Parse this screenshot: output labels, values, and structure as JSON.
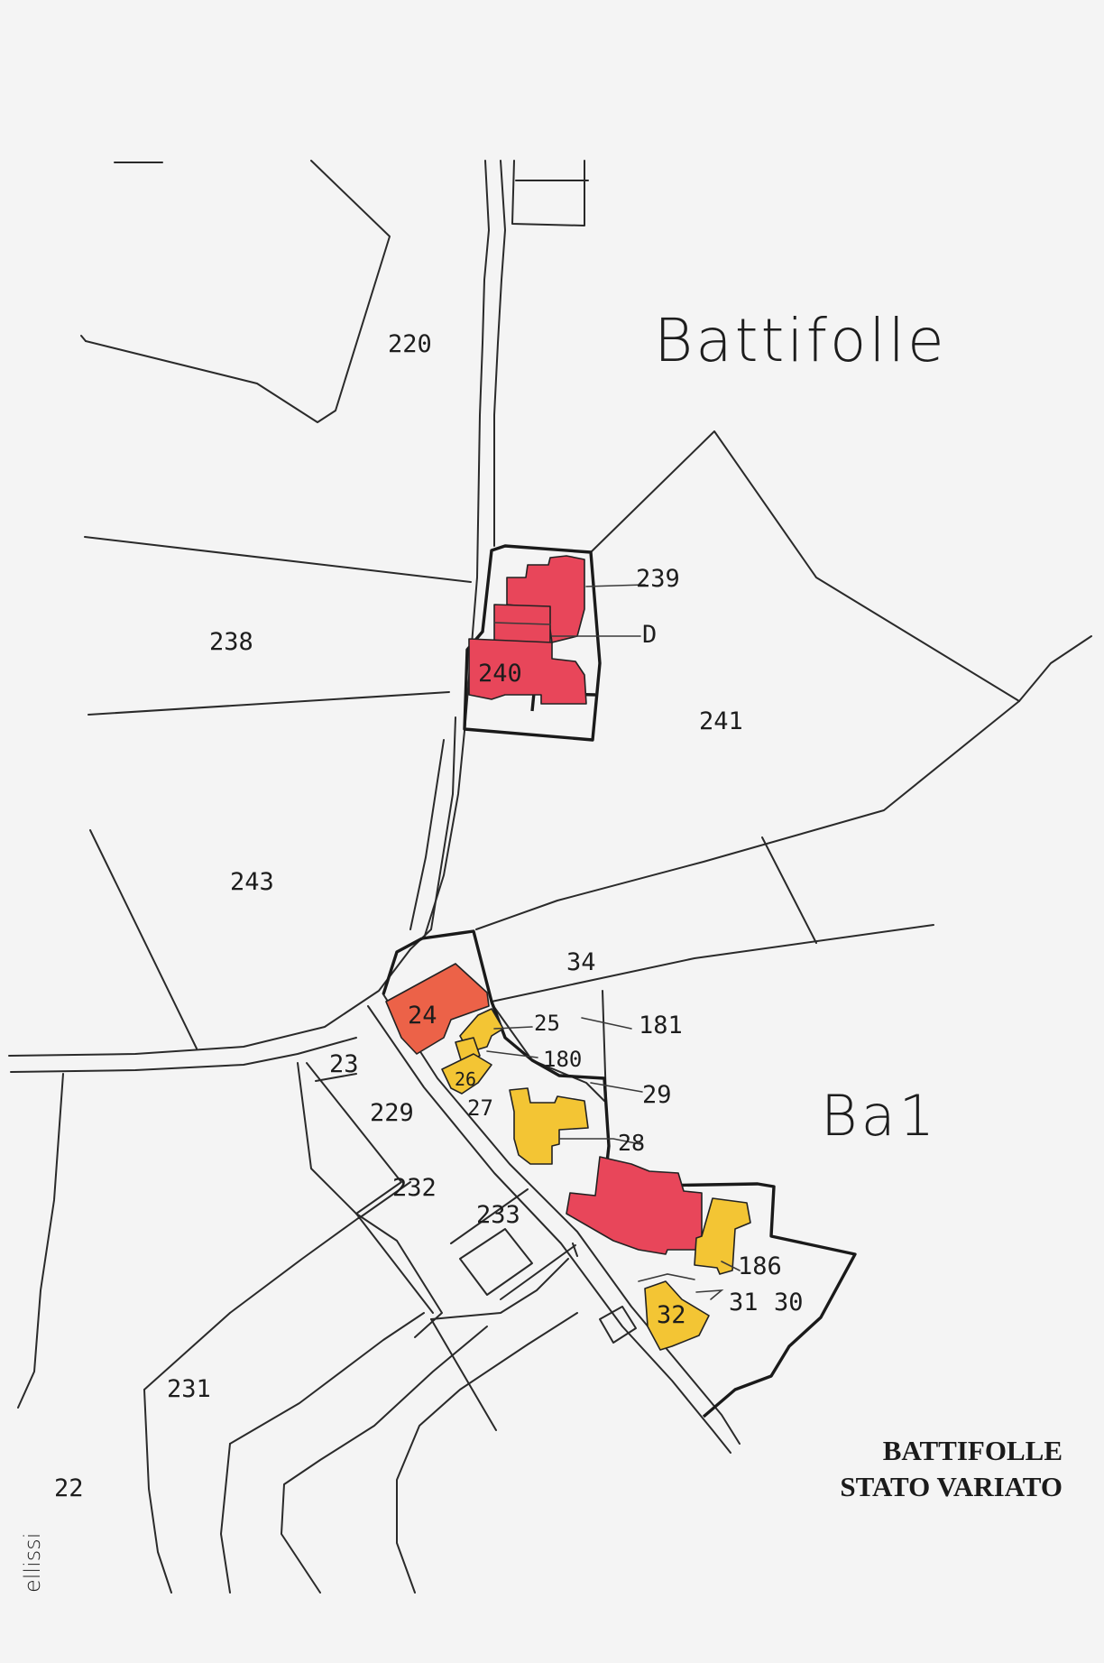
{
  "map": {
    "place_names": {
      "main": "Battifolle",
      "lower": "Ba1",
      "corner": "ellissi"
    },
    "legend": {
      "line1": "BATTIFOLLE",
      "line2": "STATO VARIATO"
    },
    "parcels": [
      {
        "id": "p220",
        "label": "220"
      },
      {
        "id": "p239",
        "label": "239"
      },
      {
        "id": "pD",
        "label": "D"
      },
      {
        "id": "p238",
        "label": "238"
      },
      {
        "id": "p240",
        "label": "240"
      },
      {
        "id": "p241",
        "label": "241"
      },
      {
        "id": "p243",
        "label": "243"
      },
      {
        "id": "p34",
        "label": "34"
      },
      {
        "id": "p24",
        "label": "24"
      },
      {
        "id": "p25",
        "label": "25"
      },
      {
        "id": "p181",
        "label": "181"
      },
      {
        "id": "p180",
        "label": "180"
      },
      {
        "id": "p23",
        "label": "23"
      },
      {
        "id": "p26",
        "label": "26"
      },
      {
        "id": "p29",
        "label": "29"
      },
      {
        "id": "p229",
        "label": "229"
      },
      {
        "id": "p27",
        "label": "27"
      },
      {
        "id": "p28",
        "label": "28"
      },
      {
        "id": "p232",
        "label": "232"
      },
      {
        "id": "p233",
        "label": "233"
      },
      {
        "id": "p186",
        "label": "186"
      },
      {
        "id": "p31",
        "label": "31"
      },
      {
        "id": "p30",
        "label": "30"
      },
      {
        "id": "p32",
        "label": "32"
      },
      {
        "id": "p231",
        "label": "231"
      },
      {
        "id": "p22",
        "label": "22"
      }
    ],
    "highlight_colors": {
      "changed_red": "#e8465a",
      "changed_orange": "#ec6248",
      "changed_yellow": "#f3c534"
    }
  }
}
